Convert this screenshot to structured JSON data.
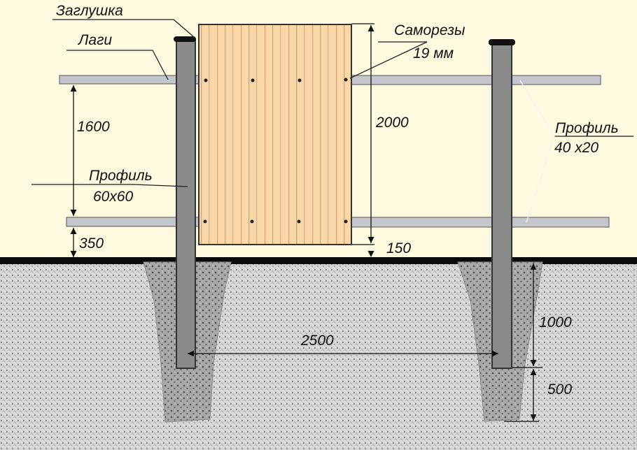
{
  "diagram": {
    "title": "Fence section with corrugated sheet on posts",
    "labels": {
      "cap": "Заглушка",
      "rails": "Лаги",
      "screws_line1": "Саморезы",
      "screws_line2": "19 мм",
      "post_profile_line1": "Профиль",
      "post_profile_line2": "60х60",
      "rail_profile_line1": "Профиль",
      "rail_profile_line2": "40 х20"
    },
    "dimensions": {
      "rail_spacing": "1600",
      "lower_rail_height": "350",
      "sheet_height": "2000",
      "sheet_ground_gap": "150",
      "post_spacing": "2500",
      "post_depth": "1000",
      "concrete_below_post": "500"
    },
    "colors": {
      "background": "#fdfadf",
      "post": "#8a8a8a",
      "rail": "#c4c6cb",
      "sheet": "#f8d8a8",
      "sheet_ribs": "#d9a27a",
      "soil": "#c9c9c9",
      "concrete": "#9a9898",
      "ground_line": "#0a0a0a"
    }
  }
}
